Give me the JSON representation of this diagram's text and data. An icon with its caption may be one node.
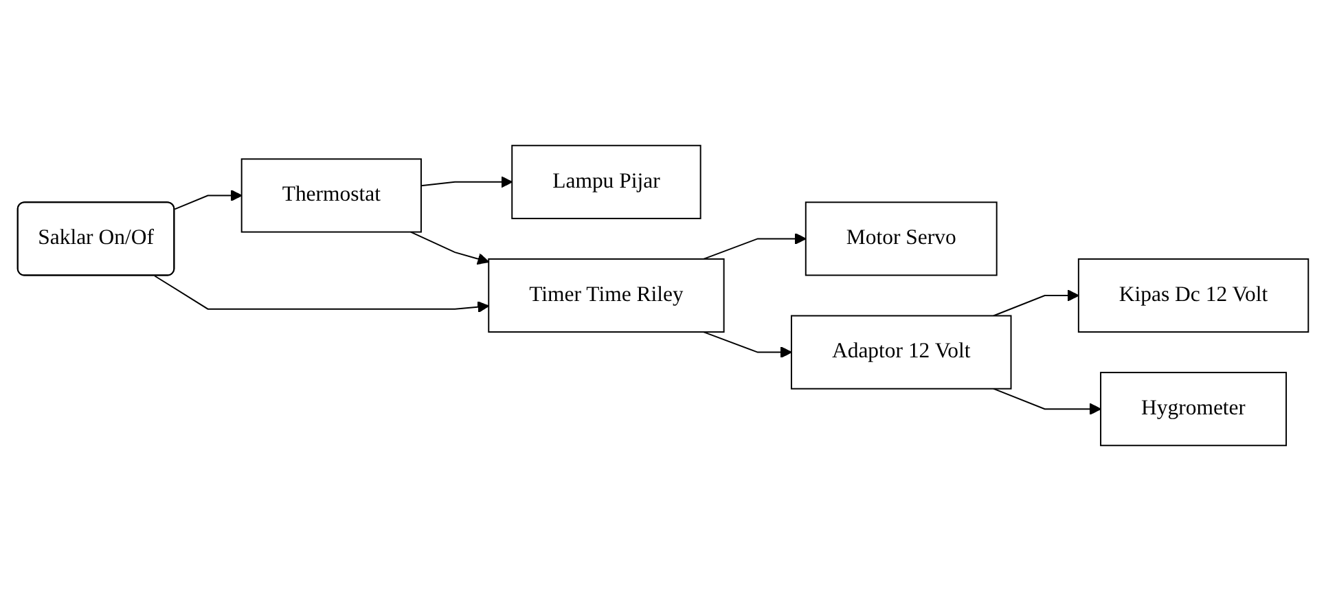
{
  "diagram": {
    "nodes": [
      {
        "text": [
          "Saklar On/Of"
        ]
      },
      {
        "text": [
          "Thermostat"
        ]
      },
      {
        "text": [
          "Lampu Pijar"
        ]
      },
      {
        "text": [
          "Timer Time Riley"
        ]
      },
      {
        "text": [
          "Motor Servo"
        ]
      },
      {
        "text": [
          "Adaptor 12 Volt"
        ]
      },
      {
        "text": [
          "Kipas Dc 12 Volt"
        ]
      },
      {
        "text": [
          "Hygrometer"
        ]
      }
    ],
    "edges": [
      {
        "from": 0,
        "to": 1,
        "arrow": "to"
      },
      {
        "from": 0,
        "to": 3,
        "arrow": "to"
      },
      {
        "from": 1,
        "to": 2,
        "arrow": "to"
      },
      {
        "from": 1,
        "to": 3,
        "arrow": "to"
      },
      {
        "from": 3,
        "to": 4,
        "arrow": "to"
      },
      {
        "from": 3,
        "to": 5,
        "arrow": "to"
      },
      {
        "from": 5,
        "to": 6,
        "arrow": "to"
      },
      {
        "from": 5,
        "to": 7,
        "arrow": "to"
      }
    ]
  }
}
